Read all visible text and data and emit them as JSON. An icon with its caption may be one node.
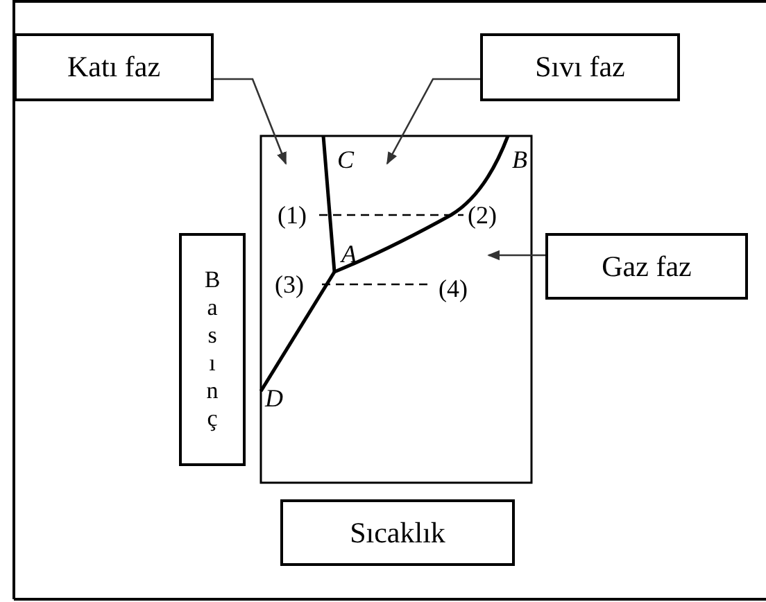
{
  "diagram": {
    "nodes": [
      {
        "text": [
          "Katı faz"
        ]
      },
      {
        "text": [
          "Sıvı faz"
        ]
      },
      {
        "text": [
          "Gaz faz"
        ]
      },
      {
        "text": [
          "Basınç"
        ]
      },
      {
        "text": [
          "Sıcaklık"
        ]
      }
    ],
    "edges": [
      {
        "from": 0,
        "to": null,
        "arrow": "to"
      },
      {
        "from": 1,
        "to": null,
        "arrow": "to"
      },
      {
        "from": 2,
        "to": null,
        "arrow": "to"
      }
    ],
    "labels": [
      "C",
      "B",
      "(1)",
      "(2)",
      "A",
      "(3)",
      "(4)",
      "D"
    ]
  }
}
